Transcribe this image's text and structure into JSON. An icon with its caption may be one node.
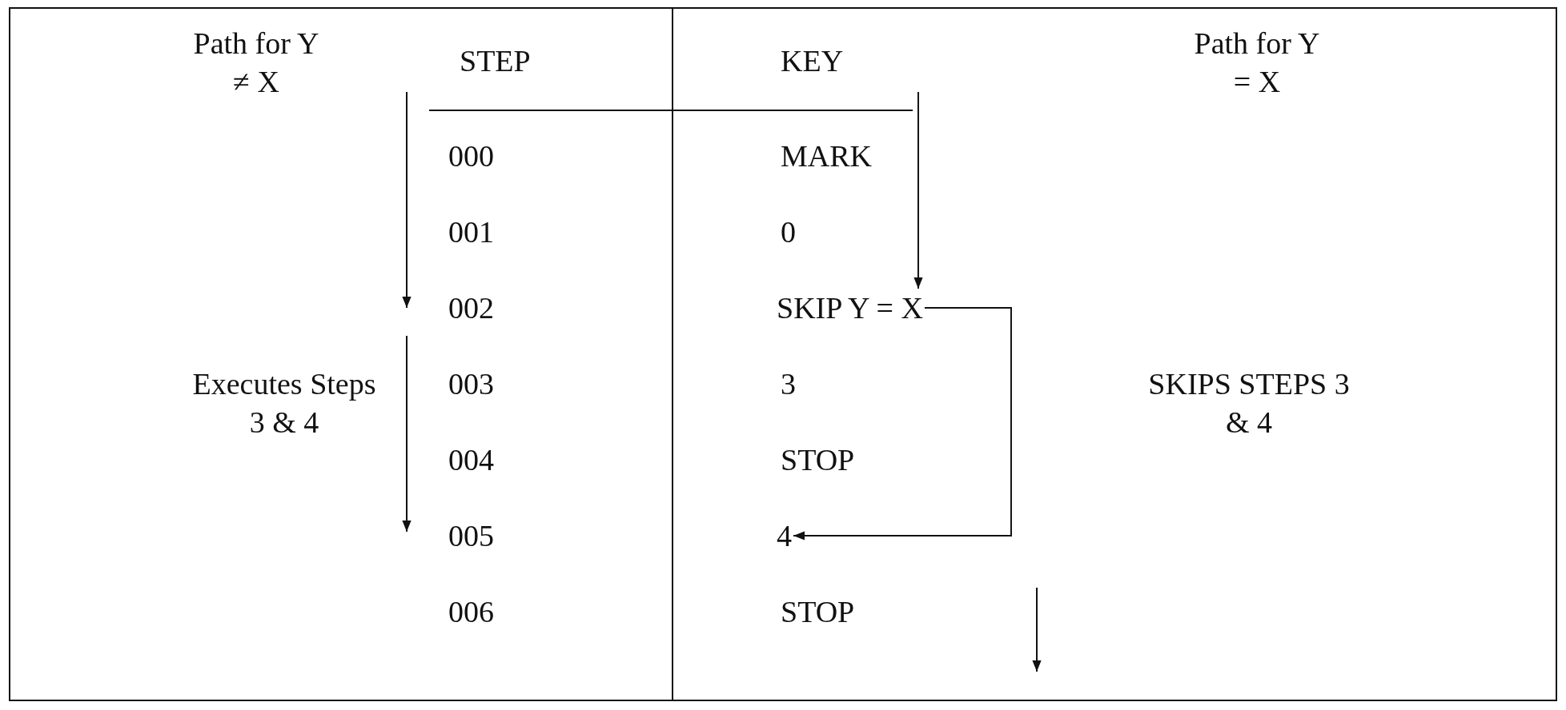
{
  "diagram": {
    "nodes": [
      {
        "text": [
          "SKIP Y = X"
        ]
      },
      {
        "text": [
          "4"
        ]
      }
    ],
    "edges": [
      {
        "from": null,
        "to": 0,
        "arrow": "to"
      },
      {
        "from": 0,
        "to": 1,
        "arrow": "to"
      }
    ],
    "labels": [
      "Path for Y ≠ X",
      "STEP",
      "KEY",
      "Path for Y = X",
      "000",
      "MARK",
      "001",
      "0",
      "002",
      "Executes Steps 3 & 4",
      "003",
      "3",
      "SKIPS STEPS 3 & 4",
      "004",
      "STOP",
      "005",
      "006",
      "STOP"
    ]
  }
}
